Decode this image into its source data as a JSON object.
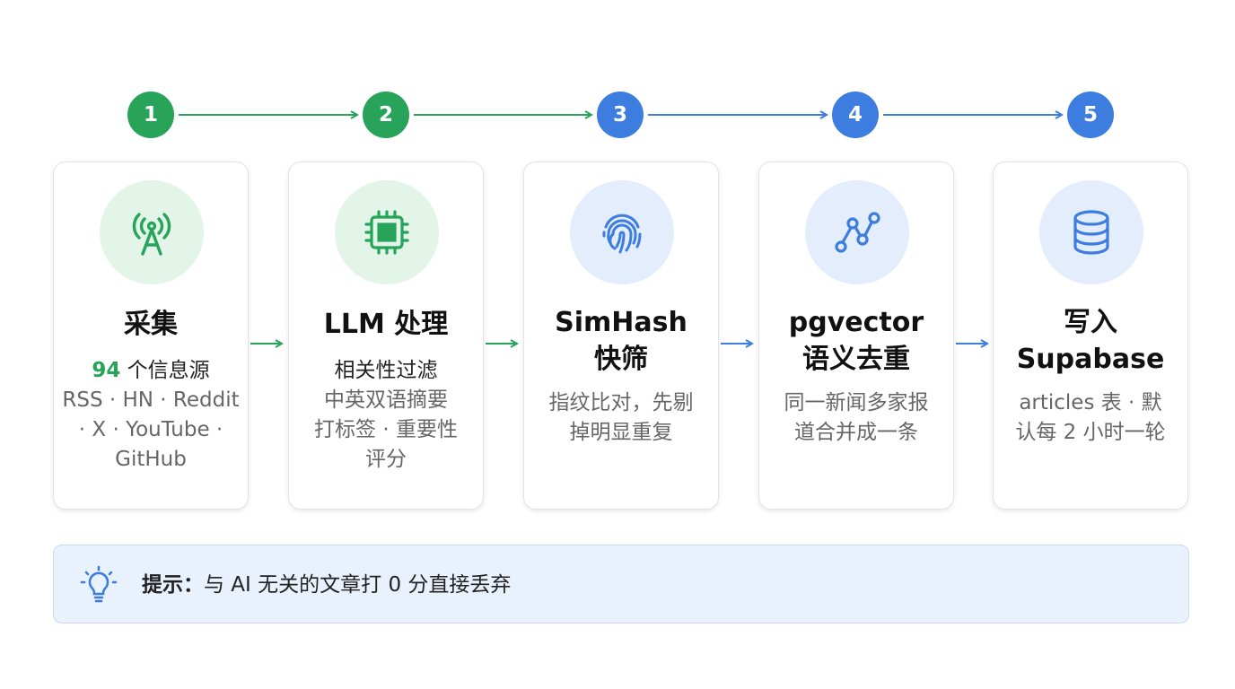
{
  "steps": [
    {
      "number": "1",
      "color": "#27a35a",
      "icon": "antenna-broadcast-icon",
      "title_lines": [
        "采集"
      ],
      "count": "94",
      "count_suffix": " 个信息源",
      "body_lines": [
        "RSS · HN · Reddit",
        "· X · YouTube ·",
        "GitHub"
      ]
    },
    {
      "number": "2",
      "color": "#27a35a",
      "icon": "cpu-chip-icon",
      "title_lines": [
        "LLM 处理"
      ],
      "subtitle": "相关性过滤",
      "body_lines": [
        "中英双语摘要",
        "打标签 · 重要性",
        "评分"
      ]
    },
    {
      "number": "3",
      "color": "#3d7de0",
      "icon": "fingerprint-icon",
      "title_lines": [
        "SimHash",
        "快筛"
      ],
      "body_lines": [
        "指纹比对，先剔",
        "掉明显重复"
      ]
    },
    {
      "number": "4",
      "color": "#3d7de0",
      "icon": "vector-graph-icon",
      "title_lines": [
        "pgvector",
        "语义去重"
      ],
      "body_lines": [
        "同一新闻多家报",
        "道合并成一条"
      ]
    },
    {
      "number": "5",
      "color": "#3d7de0",
      "icon": "database-icon",
      "title_lines": [
        "写入",
        "Supabase"
      ],
      "body_lines": [
        "articles 表 · 默",
        "认每 2 小时一轮"
      ]
    }
  ],
  "tip": {
    "icon": "lightbulb-icon",
    "label": "提示：",
    "text": "与 AI 无关的文章打 0 分直接丢弃"
  },
  "colors": {
    "green": "#27a35a",
    "blue": "#3d7de0",
    "tip_bg": "#e9f1fc"
  }
}
